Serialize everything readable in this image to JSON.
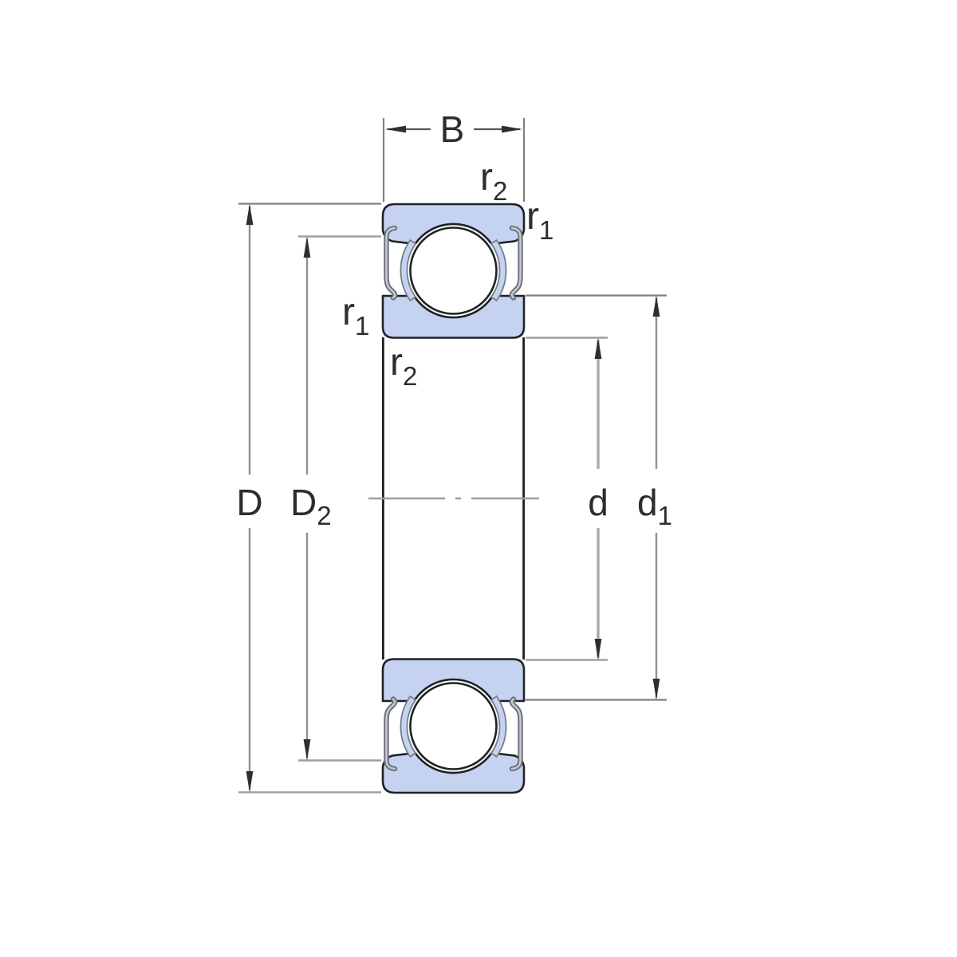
{
  "diagram": {
    "title": "Deep groove ball bearing with shields - section drawing with boundary dimensions",
    "view": "cross-section through bearing axis"
  },
  "labels": {
    "B": {
      "base": "B"
    },
    "D": {
      "base": "D"
    },
    "D2": {
      "base": "D",
      "sub": "2"
    },
    "d": {
      "base": "d"
    },
    "d1": {
      "base": "d",
      "sub": "1"
    },
    "r2_top": {
      "base": "r",
      "sub": "2"
    },
    "r1_top": {
      "base": "r",
      "sub": "1"
    },
    "r1_left": {
      "base": "r",
      "sub": "1"
    },
    "r2_left": {
      "base": "r",
      "sub": "2"
    }
  },
  "colors": {
    "ring_fill": "#c5d3f0",
    "outline": "#1f2125",
    "shield_gray": "#6b717b",
    "shield_highlight": "#c9cdd6",
    "dimension_line": "#8c9194",
    "arrow": "#2e2f31",
    "label_text": "#2c2d2f",
    "background": "#ffffff"
  }
}
